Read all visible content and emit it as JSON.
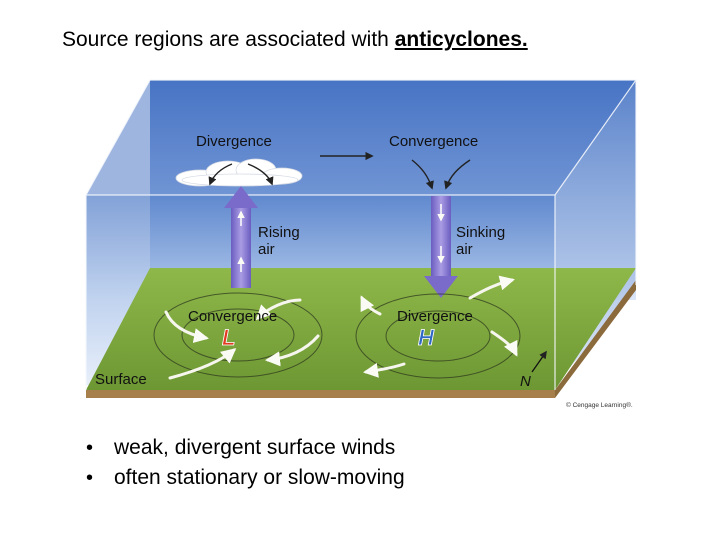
{
  "slide": {
    "title_prefix": "Source regions are associated with ",
    "title_emphasis": "anticyclones."
  },
  "diagram": {
    "upper_left": "Divergence",
    "upper_right": "Convergence",
    "rising_line1": "Rising",
    "rising_line2": "air",
    "sinking_line1": "Sinking",
    "sinking_line2": "air",
    "surface_left": "Convergence",
    "surface_right": "Divergence",
    "low_symbol": "L",
    "high_symbol": "H",
    "surface": "Surface",
    "north": "N",
    "credit": "© Cengage Learning®.",
    "colors": {
      "sky_top": "#3f6fc2",
      "sky_bottom": "#dbe6f7",
      "ground": "#7aa33c",
      "soil": "#a77f4a",
      "flow_arrow": "#8a7ccf",
      "low": "#e23a22",
      "high": "#2f67c5"
    }
  },
  "bullets": [
    "weak, divergent surface winds",
    "often stationary or slow-moving"
  ]
}
